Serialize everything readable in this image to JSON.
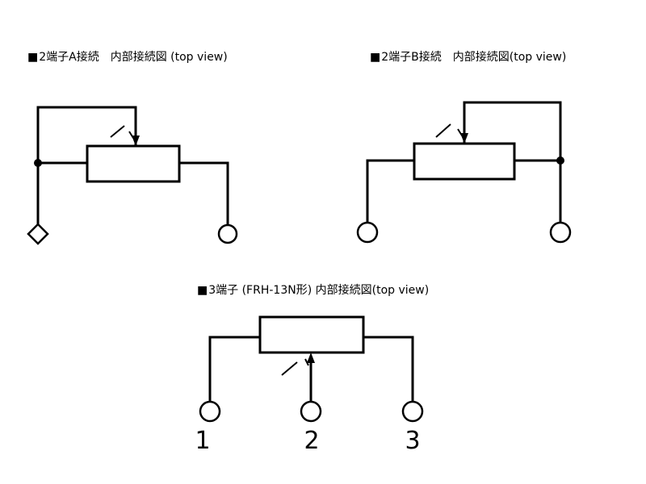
{
  "diagrams": {
    "a": {
      "marker": "■",
      "title": "2端子A接続　内部接続図 (top view)"
    },
    "b": {
      "marker": "■",
      "title": "2端子B接続　内部接続図(top view)"
    },
    "c": {
      "marker": "■",
      "title": "3端子 (FRH-13N形) 内部接続図(top view)",
      "pins": [
        "1",
        "2",
        "3"
      ]
    }
  },
  "colors": {
    "line": "#000000",
    "background": "#ffffff"
  }
}
